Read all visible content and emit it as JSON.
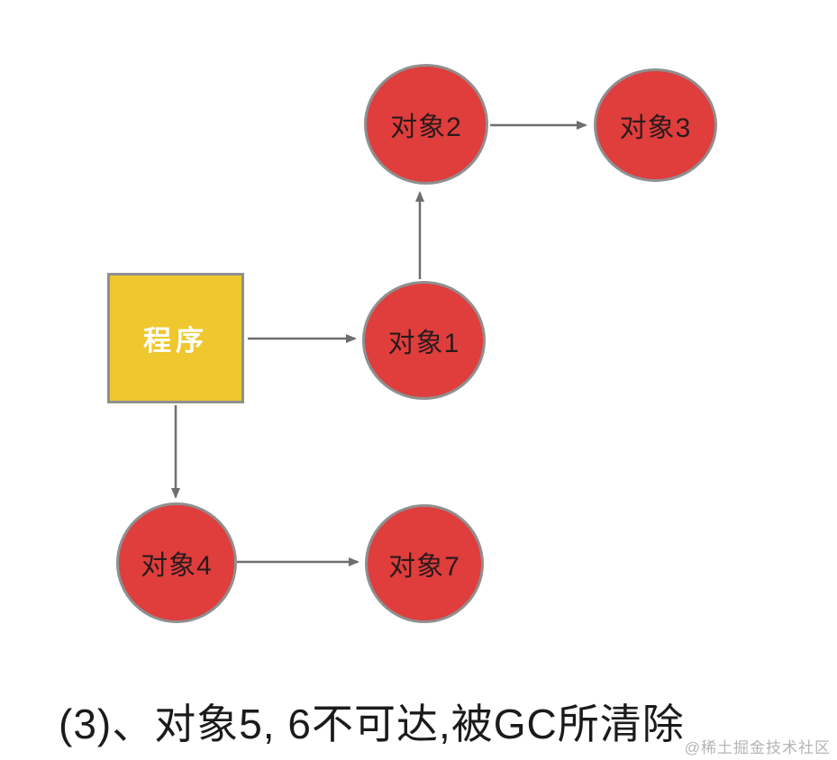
{
  "diagram": {
    "title_hint": "GC reachability diagram, step 3",
    "nodes": {
      "program": {
        "label": "程序",
        "shape": "square",
        "fill": "#EFC72E",
        "text_color": "#FFFFFF"
      },
      "obj1": {
        "label": "对象1",
        "shape": "circle",
        "fill": "#E03D3D",
        "text_color": "#2A1B1B"
      },
      "obj2": {
        "label": "对象2",
        "shape": "circle",
        "fill": "#E03D3D",
        "text_color": "#2A1B1B"
      },
      "obj3": {
        "label": "对象3",
        "shape": "circle",
        "fill": "#E03D3D",
        "text_color": "#2A1B1B"
      },
      "obj4": {
        "label": "对象4",
        "shape": "circle",
        "fill": "#E03D3D",
        "text_color": "#2A1B1B"
      },
      "obj7": {
        "label": "对象7",
        "shape": "circle",
        "fill": "#E03D3D",
        "text_color": "#2A1B1B"
      }
    },
    "edges": [
      {
        "from": "程序",
        "to": "对象1"
      },
      {
        "from": "对象1",
        "to": "对象2"
      },
      {
        "from": "对象2",
        "to": "对象3"
      },
      {
        "from": "程序",
        "to": "对象4"
      },
      {
        "from": "对象4",
        "to": "对象7"
      }
    ],
    "colors": {
      "node_red": "#E03D3D",
      "node_yellow": "#EFC72E",
      "node_border": "#8F8F8F",
      "arrow": "#6E6E6E"
    }
  },
  "caption": {
    "text": "(3)、对象5, 6不可达,被GC所清除"
  },
  "watermark": {
    "text": "@稀土掘金技术社区"
  }
}
